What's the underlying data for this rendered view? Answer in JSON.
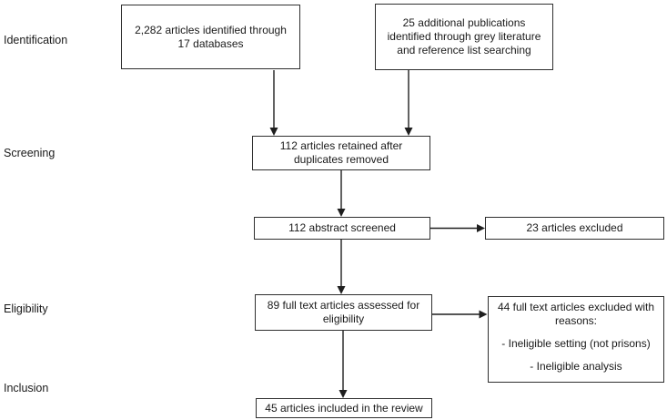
{
  "stages": [
    {
      "id": "identification",
      "label": "Identification"
    },
    {
      "id": "screening",
      "label": "Screening"
    },
    {
      "id": "eligibility",
      "label": "Eligibility"
    },
    {
      "id": "inclusion",
      "label": "Inclusion"
    }
  ],
  "boxes": {
    "identified_databases": {
      "lines": [
        "2,282 articles identified through",
        "17 databases"
      ]
    },
    "identified_grey": {
      "lines": [
        "25 additional publications",
        "identified through grey literature",
        "and reference list searching"
      ]
    },
    "retained_duplicates": {
      "lines": [
        "112 articles retained after",
        "duplicates removed"
      ]
    },
    "abstract_screened": {
      "lines": [
        "112 abstract screened"
      ]
    },
    "articles_excluded": {
      "lines": [
        "23 articles excluded"
      ]
    },
    "fulltext_assessed": {
      "lines": [
        "89 full text articles assessed for",
        "eligibility"
      ]
    },
    "fulltext_excluded": {
      "heading_lines": [
        "44 full text articles excluded with",
        "reasons:"
      ],
      "reasons": [
        "- Ineligible setting (not prisons)",
        "- Ineligible analysis"
      ]
    },
    "included": {
      "lines": [
        "45 articles included in the review"
      ]
    }
  },
  "colors": {
    "background": "#ffffff",
    "box_border": "#2f2f2f",
    "text": "#1a1a1a",
    "arrow": "#1f1f1f"
  }
}
